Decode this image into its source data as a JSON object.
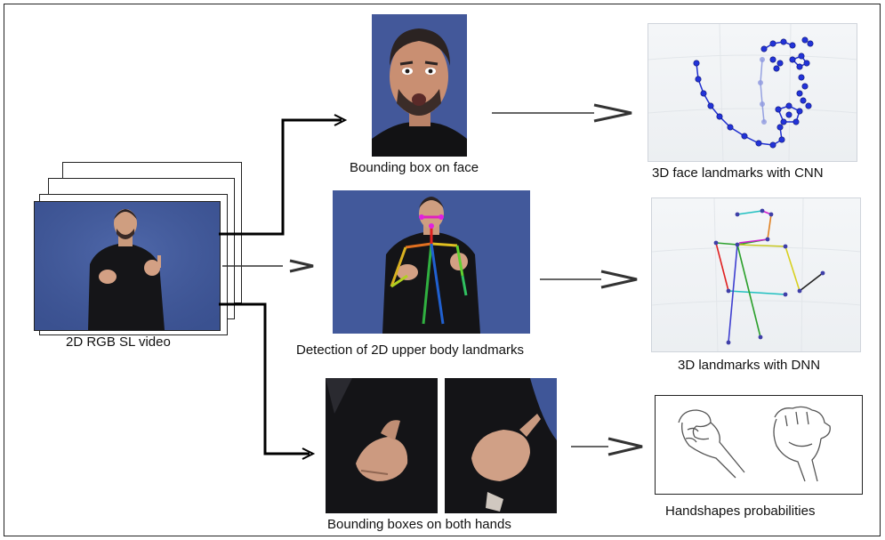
{
  "labels": {
    "input_video": "2D RGB SL video",
    "face_bbox": "Bounding box on face",
    "upper_body": "Detection of 2D upper body landmarks",
    "hands_bbox": "Bounding boxes on both hands",
    "face_3d": "3D face landmarks with CNN",
    "body_3d": "3D landmarks with DNN",
    "handshapes": "Handshapes probabilities"
  },
  "colors": {
    "video_background": "#3f5a99",
    "face_points": "#1f2fd0",
    "skeleton_red": "#e02020",
    "skeleton_green": "#2ca02c",
    "skeleton_blue": "#3f3fd0",
    "skeleton_cyan": "#20c0c0",
    "skeleton_yellow": "#d8d020",
    "skeleton_magenta": "#d020d0"
  },
  "icons": {
    "arrow": "open-chevron-arrow",
    "video": "signer-video-frame",
    "face": "face-crop-photo",
    "hands": "hand-crop-photo",
    "sketch": "hand-sketch-drawing"
  }
}
